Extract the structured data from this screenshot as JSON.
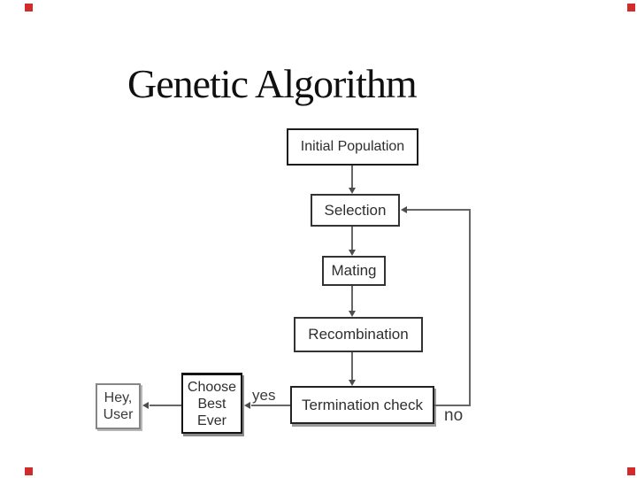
{
  "slide": {
    "title": "Genetic Algorithm"
  },
  "flowchart": {
    "nodes": {
      "initial_population": {
        "label": "Initial Population"
      },
      "selection": {
        "label": "Selection"
      },
      "mating": {
        "label": "Mating"
      },
      "recombination": {
        "label": "Recombination"
      },
      "termination_check": {
        "label": "Termination check"
      },
      "choose_best": {
        "lines": [
          "Choose",
          "Best",
          "Ever"
        ]
      },
      "hey_user": {
        "lines": [
          "Hey,",
          "User"
        ]
      }
    },
    "edge_labels": {
      "yes": "yes",
      "no": "no"
    }
  },
  "colors": {
    "corner_marker": "#d22b2b",
    "connector_line": "#666666",
    "box_border": "#222222",
    "text": "#2e2e2e"
  }
}
